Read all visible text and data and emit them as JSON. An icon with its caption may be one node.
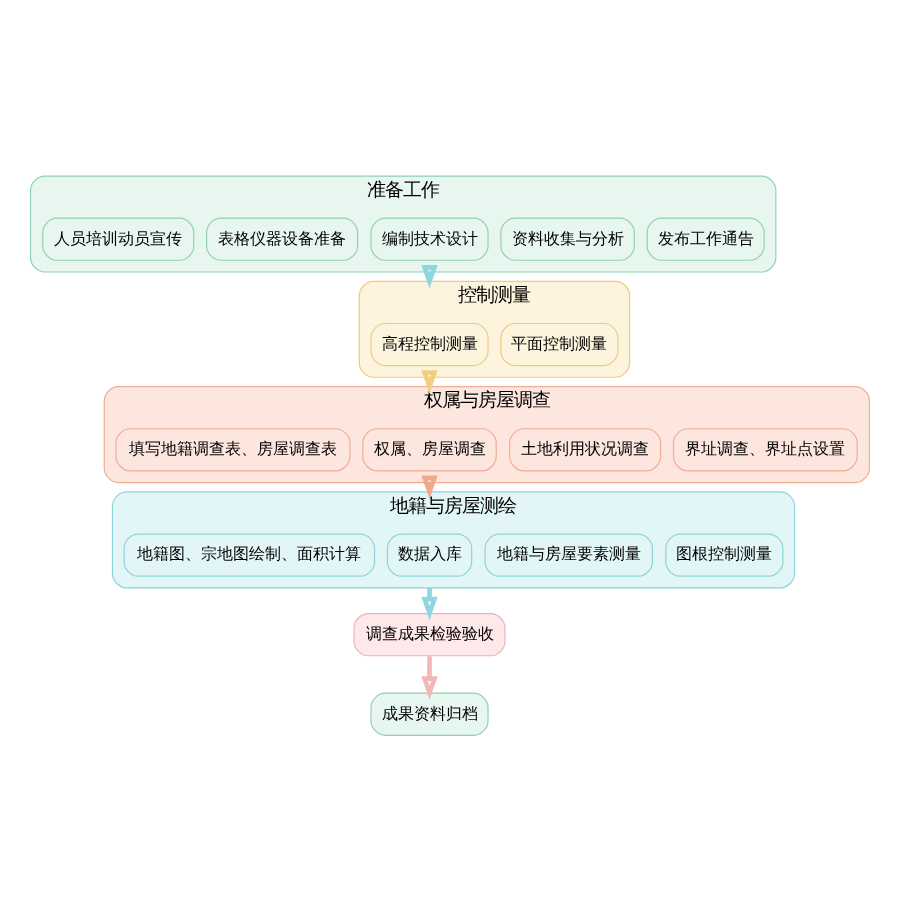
{
  "diagram": {
    "nodes": [
      {
        "text": [
          "准备工作"
        ]
      },
      {
        "text": [
          "发布工作通告"
        ],
        "in": 0
      },
      {
        "text": [
          "资料收集与分析"
        ],
        "in": 0
      },
      {
        "text": [
          "编制技术设计"
        ],
        "in": 0
      },
      {
        "text": [
          "表格仪器设备准备"
        ],
        "in": 0
      },
      {
        "text": [
          "人员培训动员宣传"
        ],
        "in": 0
      },
      {
        "text": [
          "控制测量"
        ]
      },
      {
        "text": [
          "平面控制测量"
        ],
        "in": 6
      },
      {
        "text": [
          "高程控制测量"
        ],
        "in": 6
      },
      {
        "text": [
          "权属与房屋调查"
        ]
      },
      {
        "text": [
          "界址调查、界址点设置"
        ],
        "in": 9
      },
      {
        "text": [
          "土地利用状况调查"
        ],
        "in": 9
      },
      {
        "text": [
          "权属、房屋调查"
        ],
        "in": 9
      },
      {
        "text": [
          "填写地籍调查表、房屋调查表"
        ],
        "in": 9
      },
      {
        "text": [
          "地籍与房屋测绘"
        ]
      },
      {
        "text": [
          "图根控制测量"
        ],
        "in": 14
      },
      {
        "text": [
          "地籍与房屋要素测量"
        ],
        "in": 14
      },
      {
        "text": [
          "数据入库"
        ],
        "in": 14
      },
      {
        "text": [
          "地籍图、宗地图绘制、面积计算"
        ],
        "in": 14
      },
      {
        "text": [
          "调查成果检验验收"
        ]
      },
      {
        "text": [
          "成果资料归档"
        ]
      }
    ],
    "edges": [
      {
        "from": 0,
        "to": 6,
        "arrow": "to",
        "color": "#8fd6e0"
      },
      {
        "from": 6,
        "to": 9,
        "arrow": "to",
        "color": "#f2cf80"
      },
      {
        "from": 9,
        "to": 14,
        "arrow": "to",
        "color": "#f0a98a"
      },
      {
        "from": 14,
        "to": 19,
        "arrow": "to",
        "color": "#8fd6e0"
      },
      {
        "from": 19,
        "to": 20,
        "arrow": "to",
        "color": "#f2b8b8"
      }
    ]
  }
}
